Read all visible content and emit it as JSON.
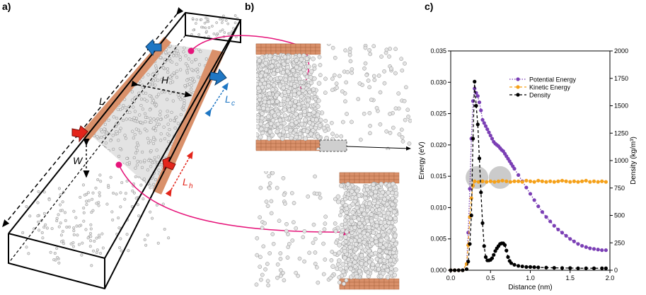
{
  "panels": {
    "a": "a)",
    "b": "b)",
    "c": "c)"
  },
  "panel_a": {
    "labels": {
      "L": "L",
      "H": "H",
      "W": "W",
      "Lc": "L",
      "Lc_sub": "c",
      "Lh": "L",
      "Lh_sub": "h"
    },
    "colors": {
      "wall": "#d9906a",
      "particle": "#dcdcdc",
      "blue_arrow": "#1f77c4",
      "red_arrow": "#e3251b",
      "pink": "#e6147a"
    }
  },
  "chart_data": {
    "type": "line",
    "xlabel": "Distance (nm)",
    "ylabel": "Energy (eV)",
    "y2label": "Density (kg/m³)",
    "xlim": [
      0.0,
      2.0
    ],
    "ylim": [
      0.0,
      0.035
    ],
    "y2lim": [
      0,
      2000
    ],
    "xticks": [
      "0.0",
      "0.5",
      "1.0",
      "1.5",
      "2.0"
    ],
    "yticks": [
      "0.000",
      "0.005",
      "0.010",
      "0.015",
      "0.020",
      "0.025",
      "0.030",
      "0.035"
    ],
    "y2ticks": [
      "0",
      "250",
      "500",
      "750",
      "1000",
      "1250",
      "1500",
      "1750",
      "2000"
    ],
    "legend_position": "top-right",
    "series": [
      {
        "name": "Potential Energy",
        "axis": "left",
        "color": "#7b3fb5",
        "style": "dotted",
        "x": [
          0.0,
          0.05,
          0.1,
          0.15,
          0.2,
          0.22,
          0.24,
          0.26,
          0.28,
          0.3,
          0.32,
          0.34,
          0.36,
          0.38,
          0.4,
          0.42,
          0.44,
          0.46,
          0.48,
          0.5,
          0.52,
          0.54,
          0.56,
          0.58,
          0.6,
          0.62,
          0.64,
          0.66,
          0.68,
          0.7,
          0.72,
          0.74,
          0.76,
          0.78,
          0.8,
          0.85,
          0.9,
          0.95,
          1.0,
          1.05,
          1.1,
          1.15,
          1.2,
          1.25,
          1.3,
          1.35,
          1.4,
          1.45,
          1.5,
          1.55,
          1.6,
          1.65,
          1.7,
          1.75,
          1.8,
          1.85,
          1.9,
          1.95
        ],
        "y": [
          0.0,
          0.0,
          0.0,
          0.0,
          0.001,
          0.006,
          0.013,
          0.021,
          0.027,
          0.029,
          0.0283,
          0.0278,
          0.0268,
          0.0255,
          0.024,
          0.0235,
          0.023,
          0.0225,
          0.022,
          0.0215,
          0.021,
          0.0205,
          0.0202,
          0.02,
          0.0198,
          0.0195,
          0.0192,
          0.019,
          0.0186,
          0.0182,
          0.0178,
          0.0174,
          0.017,
          0.0166,
          0.0162,
          0.0152,
          0.0142,
          0.0132,
          0.0122,
          0.0112,
          0.0102,
          0.0093,
          0.0085,
          0.0078,
          0.0071,
          0.0065,
          0.006,
          0.0055,
          0.005,
          0.0046,
          0.0042,
          0.0039,
          0.0037,
          0.0035,
          0.0034,
          0.0033,
          0.0032,
          0.0032
        ]
      },
      {
        "name": "Kinetic Energy",
        "axis": "left",
        "color": "#f5a11a",
        "style": "dashed",
        "x": [
          0.0,
          0.05,
          0.1,
          0.15,
          0.2,
          0.22,
          0.24,
          0.26,
          0.28,
          0.3,
          0.35,
          0.4,
          0.45,
          0.5,
          0.55,
          0.6,
          0.65,
          0.7,
          0.75,
          0.8,
          0.85,
          0.9,
          0.95,
          1.0,
          1.05,
          1.1,
          1.15,
          1.2,
          1.25,
          1.3,
          1.35,
          1.4,
          1.45,
          1.5,
          1.55,
          1.6,
          1.65,
          1.7,
          1.75,
          1.8,
          1.85,
          1.9,
          1.95
        ],
        "y": [
          0.0,
          0.0,
          0.0,
          0.0,
          0.001,
          0.004,
          0.0085,
          0.0115,
          0.0135,
          0.0142,
          0.0141,
          0.0142,
          0.0141,
          0.0142,
          0.0141,
          0.0142,
          0.0143,
          0.0142,
          0.0141,
          0.0142,
          0.0142,
          0.0141,
          0.0143,
          0.0142,
          0.0141,
          0.0143,
          0.0142,
          0.0141,
          0.0142,
          0.0141,
          0.0142,
          0.0143,
          0.0142,
          0.0141,
          0.0142,
          0.0141,
          0.0142,
          0.0143,
          0.0141,
          0.0142,
          0.0141,
          0.0142,
          0.0141
        ]
      },
      {
        "name": "Density",
        "axis": "right",
        "color": "#000000",
        "style": "dashed",
        "x": [
          0.0,
          0.05,
          0.1,
          0.15,
          0.2,
          0.22,
          0.24,
          0.26,
          0.28,
          0.3,
          0.32,
          0.34,
          0.36,
          0.38,
          0.4,
          0.42,
          0.44,
          0.46,
          0.48,
          0.5,
          0.52,
          0.54,
          0.56,
          0.58,
          0.6,
          0.62,
          0.64,
          0.66,
          0.68,
          0.7,
          0.72,
          0.74,
          0.76,
          0.8,
          0.85,
          0.9,
          0.95,
          1.0,
          1.05,
          1.1,
          1.2,
          1.3,
          1.4,
          1.5,
          1.6,
          1.7,
          1.8,
          1.9,
          1.95
        ],
        "y": [
          0,
          0,
          0,
          0,
          10,
          80,
          240,
          500,
          1200,
          1720,
          1500,
          1330,
          1020,
          710,
          430,
          220,
          120,
          90,
          90,
          95,
          110,
          140,
          175,
          200,
          220,
          240,
          245,
          245,
          230,
          180,
          120,
          85,
          65,
          50,
          40,
          35,
          30,
          30,
          28,
          26,
          24,
          22,
          20,
          20,
          18,
          18,
          18,
          18,
          18
        ]
      }
    ],
    "highlight_circles": [
      {
        "x": 0.33,
        "y": 0.0148
      },
      {
        "x": 0.62,
        "y": 0.0148
      }
    ]
  }
}
